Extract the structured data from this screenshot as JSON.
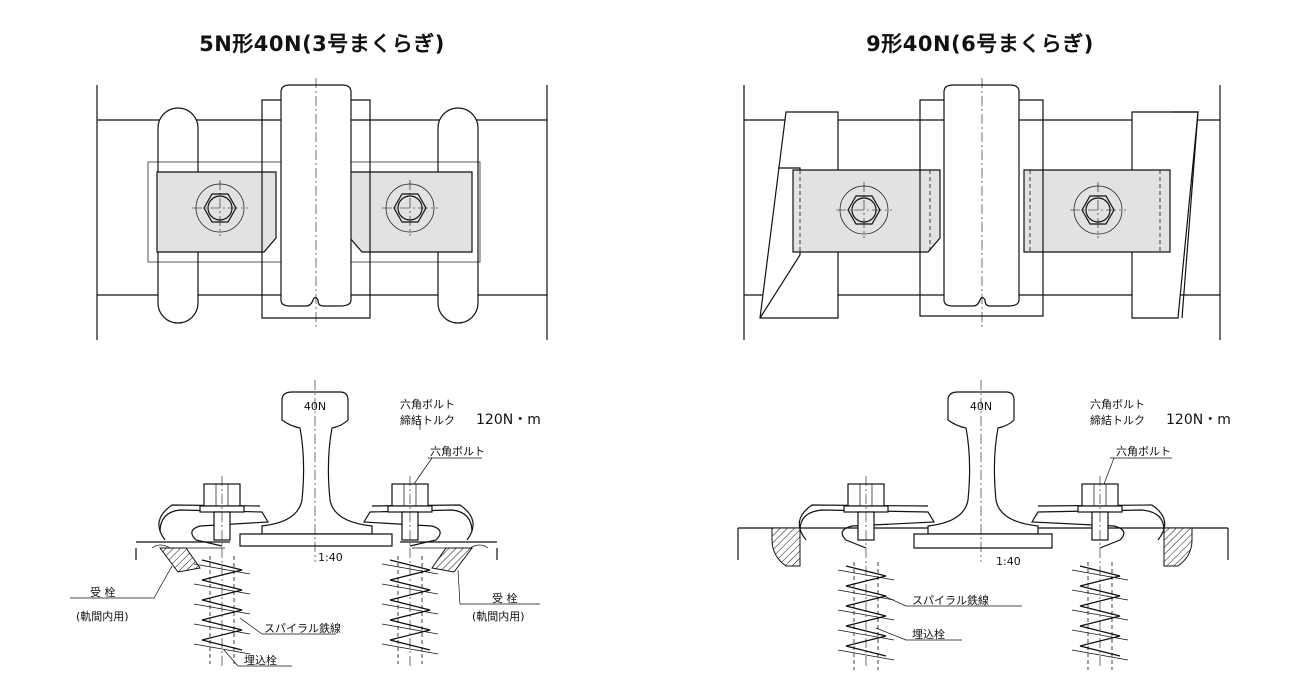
{
  "left": {
    "title": "5N形40N(3号まくらぎ)",
    "rail_label": "40N",
    "torque_label_1": "六角ボルト",
    "torque_label_2": "締結トルク",
    "torque_value": "120N・m",
    "bolt_label": "六角ボルト",
    "slope_label": "1:40",
    "stopper_left": "受 栓",
    "stopper_left_note": "(軌間内用)",
    "stopper_right": "受 栓",
    "stopper_right_note": "(軌間内用)",
    "spiral_label": "スパイラル鉄線",
    "plug_label": "埋込栓"
  },
  "right": {
    "title": "9形40N(6号まくらぎ)",
    "rail_label": "40N",
    "torque_label_1": "六角ボルト",
    "torque_label_2": "締結トルク",
    "torque_value": "120N・m",
    "bolt_label": "六角ボルト",
    "slope_label": "1:40",
    "spiral_label": "スパイラル鉄線",
    "plug_label": "埋込栓"
  }
}
